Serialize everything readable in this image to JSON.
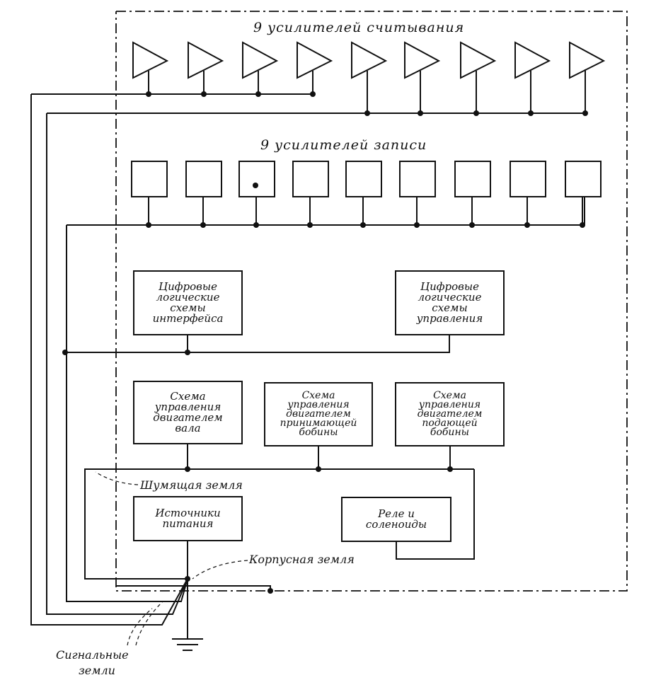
{
  "diagram": {
    "read_amps_label": "9  усилителей  считывания",
    "write_amps_label": "9  усилителей  записи",
    "blocks": {
      "interface_logic": [
        "Цифровые",
        "логические",
        "схемы",
        "интерфейса"
      ],
      "control_logic": [
        "Цифровые",
        "логические",
        "схемы",
        "управления"
      ],
      "capstan_motor": [
        "Схема",
        "управления",
        "двигателем",
        "вала"
      ],
      "takeup_motor": [
        "Схема",
        "управления",
        "двигателем",
        "принимающей",
        "бобины"
      ],
      "supply_motor": [
        "Схема",
        "управления",
        "двигателем",
        "подающей",
        "бобины"
      ],
      "power_supplies": [
        "Источники",
        "питания"
      ],
      "relays": [
        "Реле    и",
        "соленоиды"
      ]
    },
    "annotations": {
      "noisy_ground": "Шумящая  земля",
      "chassis_ground": "Корпусная  земля",
      "signal_grounds_line1": "Сигнальные",
      "signal_grounds_line2": "земли"
    },
    "read_amp_count": 9,
    "write_amp_count": 9
  }
}
